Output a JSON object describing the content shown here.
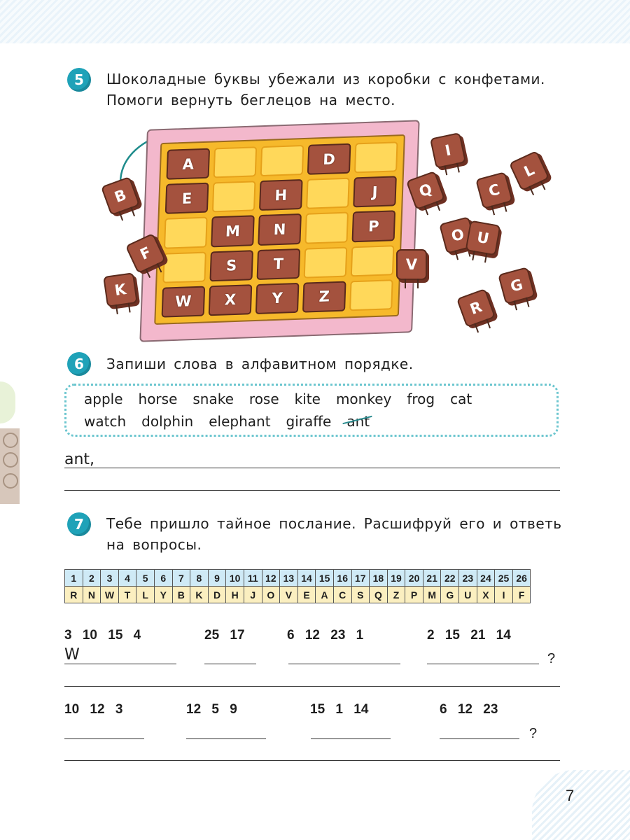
{
  "task5": {
    "number": "5",
    "line1": "Шоколадные буквы убежали из коробки с конфетами.",
    "line2": "Помоги вернуть беглецов на место.",
    "box_cells": [
      "A",
      "",
      "",
      "D",
      "",
      "E",
      "",
      "H",
      "",
      "J",
      "",
      "M",
      "N",
      "",
      "P",
      "",
      "S",
      "T",
      "",
      "",
      "W",
      "X",
      "Y",
      "Z",
      ""
    ],
    "loose_candies": [
      "B",
      "F",
      "K",
      "I",
      "C",
      "L",
      "Q",
      "O",
      "U",
      "V",
      "R",
      "G"
    ]
  },
  "task6": {
    "number": "6",
    "instruction": "Запиши слова в алфавитном порядке.",
    "row1": [
      "apple",
      "horse",
      "snake",
      "rose",
      "kite",
      "monkey",
      "frog",
      "cat"
    ],
    "row2": [
      "watch",
      "dolphin",
      "elephant",
      "giraffe"
    ],
    "crossed_word": "ant",
    "answer_start": "ant,"
  },
  "task7": {
    "number": "7",
    "line1": "Тебе пришло тайное послание. Расшифруй его и ответь",
    "line2": "на вопросы.",
    "table_numbers": [
      "1",
      "2",
      "3",
      "4",
      "5",
      "6",
      "7",
      "8",
      "9",
      "10",
      "11",
      "12",
      "13",
      "14",
      "15",
      "16",
      "17",
      "18",
      "19",
      "20",
      "21",
      "22",
      "23",
      "24",
      "25",
      "26"
    ],
    "table_letters": [
      "R",
      "N",
      "W",
      "T",
      "L",
      "Y",
      "B",
      "K",
      "D",
      "H",
      "J",
      "O",
      "V",
      "E",
      "A",
      "C",
      "S",
      "Q",
      "Z",
      "P",
      "M",
      "G",
      "U",
      "X",
      "I",
      "F"
    ],
    "q1_groups": [
      "3 10 15 4",
      "25 17",
      "6 12 23 1",
      "2 15 21 14"
    ],
    "q1_answer_start": "W",
    "q2_groups": [
      "10 12 3",
      "12 5 9",
      "15 1 14",
      "6 12 23"
    ],
    "question_mark": "?"
  },
  "page_number": "7"
}
